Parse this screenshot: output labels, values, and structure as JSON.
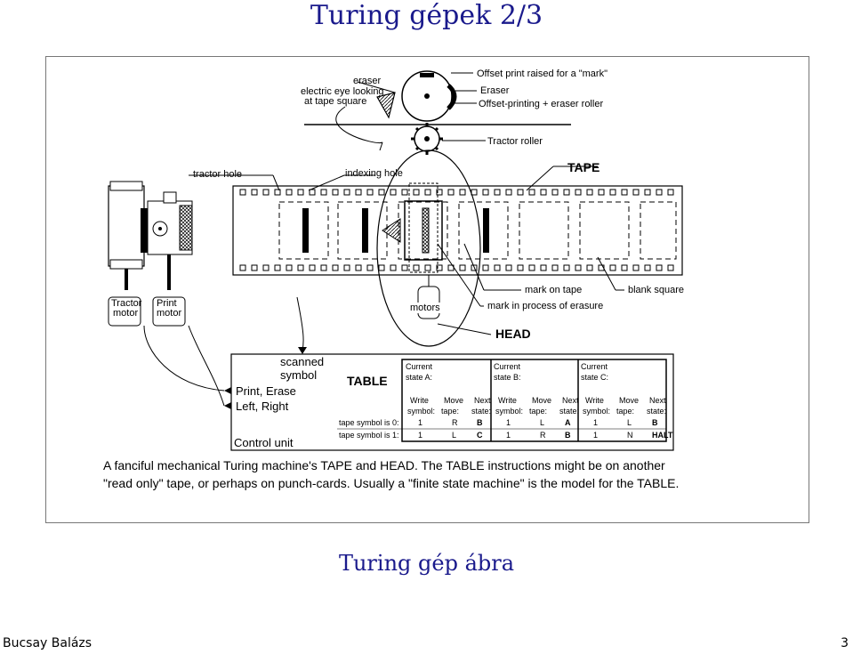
{
  "slide": {
    "title": "Turing gépek 2/3",
    "subtitle": "Turing gép ábra",
    "author": "Bucsay Balázs",
    "page": "3"
  },
  "figure": {
    "labels": {
      "eraser": "eraser",
      "electric_eye_1": "electric eye looking",
      "electric_eye_2": "at tape square",
      "offset_raised": "Offset print raised for a \"mark\"",
      "eraser_cap": "Eraser",
      "offset_roller": "Offset-printing + eraser roller",
      "tractor_roller": "Tractor roller",
      "tractor_hole": "tractor hole",
      "indexing_hole": "indexing hole",
      "tape": "TAPE",
      "tractor_motor_1": "Tractor",
      "tractor_motor_2": "motor",
      "print_motor_1": "Print",
      "print_motor_2": "motor",
      "motors": "motors",
      "mark_on_tape": "mark on tape",
      "blank_square": "blank square",
      "mark_erasure": "mark in process of erasure",
      "head": "HEAD",
      "scanned_1": "scanned",
      "scanned_2": "symbol",
      "print_erase": "Print, Erase",
      "left_right": "Left, Right",
      "control_unit": "Control unit",
      "table_title": "TABLE"
    },
    "table": {
      "states": [
        {
          "current": "Current",
          "state": "state A:"
        },
        {
          "current": "Current",
          "state": "state B:"
        },
        {
          "current": "Current",
          "state": "state C:"
        }
      ],
      "col_headers_top": [
        "Write",
        "Move",
        "Next"
      ],
      "col_headers_bottom": [
        "symbol:",
        "tape:",
        "state:"
      ],
      "row_labels": [
        "tape symbol is 0:",
        "tape symbol is 1:"
      ],
      "rows": [
        [
          "1",
          "R",
          "B",
          "1",
          "L",
          "A",
          "1",
          "L",
          "B"
        ],
        [
          "1",
          "L",
          "C",
          "1",
          "R",
          "B",
          "1",
          "N",
          "HALT"
        ]
      ]
    },
    "caption_1": "A fanciful mechanical Turing machine's TAPE and HEAD. The TABLE instructions might be on another",
    "caption_2": "\"read only\" tape, or perhaps on punch-cards. Usually a \"finite state machine\" is the model for the TABLE."
  }
}
